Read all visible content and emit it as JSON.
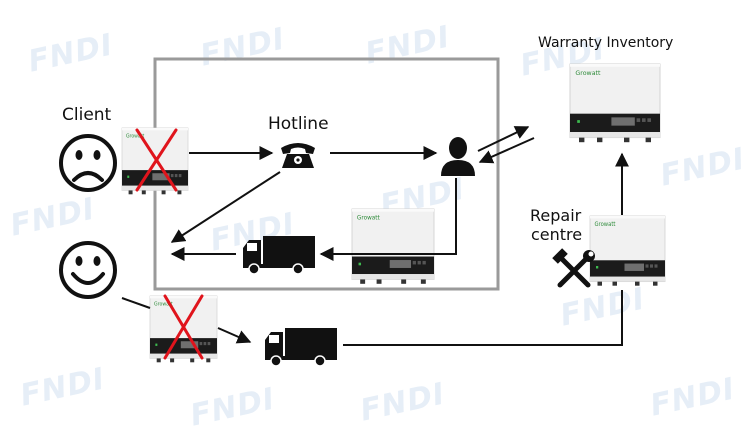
{
  "labels": {
    "client": "Client",
    "hotline": "Hotline",
    "warranty_inventory": "Warranty Inventory",
    "repair_centre_line1": "Repair",
    "repair_centre_line2": "centre"
  },
  "watermark": "FNDI",
  "inverter_brand": "Growatt",
  "colors": {
    "line": "#111111",
    "cross": "#e0141c",
    "box_border": "#9a9a9a",
    "inverter_body": "#f1f1f1",
    "inverter_base": "#1b1b1b",
    "watermark": "#a5c3e1"
  },
  "icons": [
    "sad-face-icon",
    "happy-face-icon",
    "telephone-icon",
    "person-icon",
    "truck-icon",
    "tools-icon"
  ]
}
